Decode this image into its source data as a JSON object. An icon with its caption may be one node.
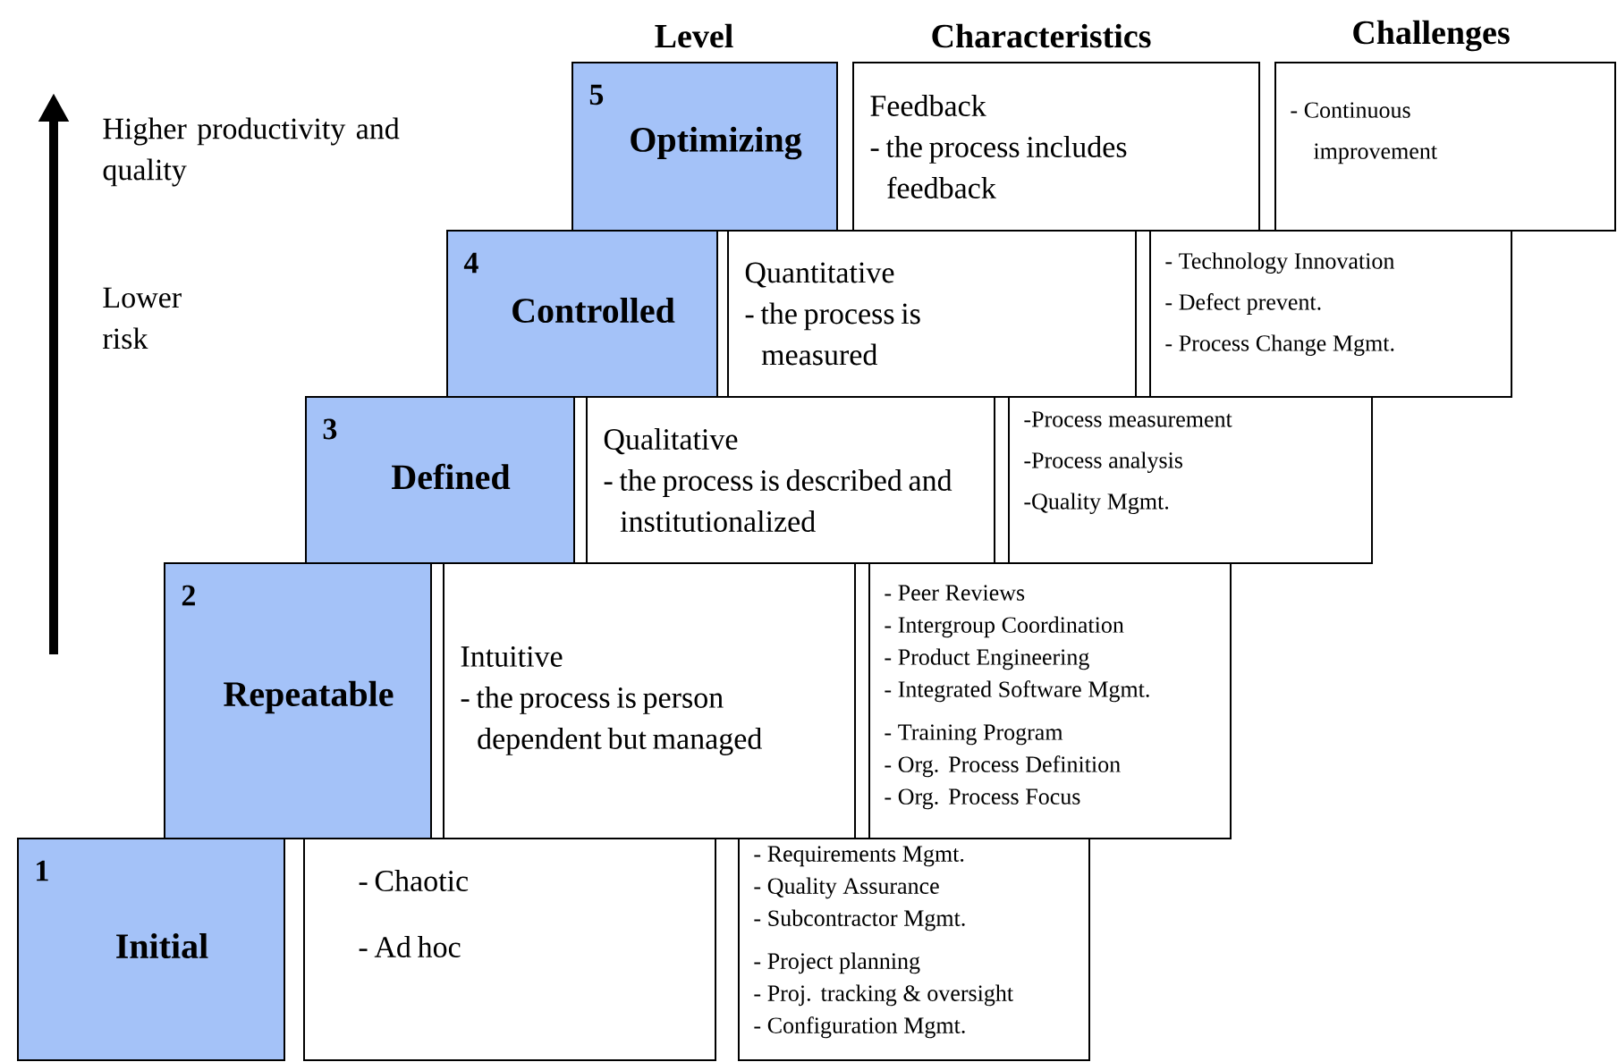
{
  "diagram": {
    "nodes": [
      {
        "text": [
          "5",
          "Optimizing"
        ]
      },
      {
        "text": [
          "Feedback",
          "- the process includes feedback"
        ]
      },
      {
        "text": [
          "- Continuous improvement"
        ]
      },
      {
        "text": [
          "4",
          "Controlled"
        ]
      },
      {
        "text": [
          "Quantitative",
          "- the process is measured"
        ]
      },
      {
        "text": [
          "- Technology Innovation",
          "- Defect prevent.",
          "- Process Change Mgmt."
        ]
      },
      {
        "text": [
          "3",
          "Defined"
        ]
      },
      {
        "text": [
          "Qualitative",
          "- the process is described and institutionalized"
        ]
      },
      {
        "text": [
          "-Process measurement",
          "-Process analysis",
          "-Quality Mgmt."
        ]
      },
      {
        "text": [
          "2",
          "Repeatable"
        ]
      },
      {
        "text": [
          "Intuitive",
          "- the process is person dependent but managed"
        ]
      },
      {
        "text": [
          "- Peer Reviews",
          "- Intergroup Coordination",
          "- Product Engineering",
          "- Integrated Software Mgmt.",
          "- Training Program",
          "- Org. Process Definition",
          "- Org. Process Focus"
        ]
      },
      {
        "text": [
          "1",
          "Initial"
        ]
      },
      {
        "text": [
          "- Chaotic",
          "- Ad hoc"
        ]
      },
      {
        "text": [
          "- Requirements Mgmt.",
          "- Quality Assurance",
          "- Subcontractor Mgmt.",
          "- Project planning",
          "- Proj. tracking & oversight",
          "- Configuration Mgmt."
        ]
      }
    ],
    "labels": [
      "Level",
      "Characteristics",
      "Challenges",
      "Higher productivity and quality",
      "Lower risk"
    ]
  }
}
